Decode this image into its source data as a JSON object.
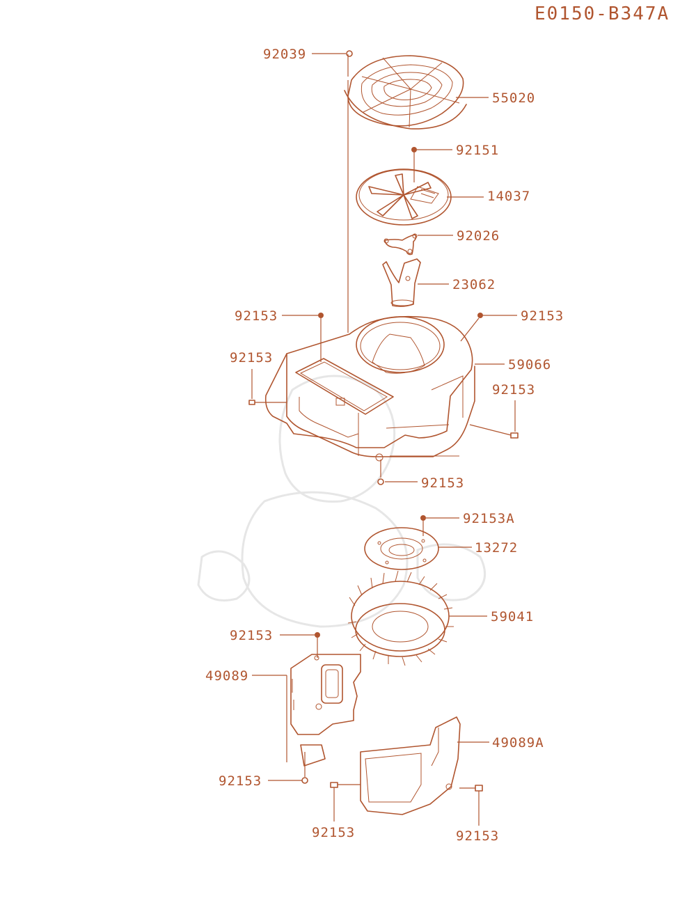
{
  "diagram_code": "E0150-B347A",
  "colors": {
    "ink": "#b0552f",
    "watermark": "#e6e6e6",
    "background": "#ffffff"
  },
  "callouts": {
    "c92039": "92039",
    "c55020": "55020",
    "c92151": "92151",
    "c14037": "14037",
    "c92026": "92026",
    "c23062": "23062",
    "c92153_left_top": "92153",
    "c92153_right_top": "92153",
    "c92153_left_mid": "92153",
    "c59066": "59066",
    "c92153_right_mid": "92153",
    "c92153_bottom_housing": "92153",
    "c92153A": "92153A",
    "c13272": "13272",
    "c59041": "59041",
    "c92153_cover_top": "92153",
    "c49089": "49089",
    "c49089A": "49089A",
    "c92153_cover_bottom": "92153",
    "c92153_lower_left": "92153",
    "c92153_lower_right": "92153"
  }
}
